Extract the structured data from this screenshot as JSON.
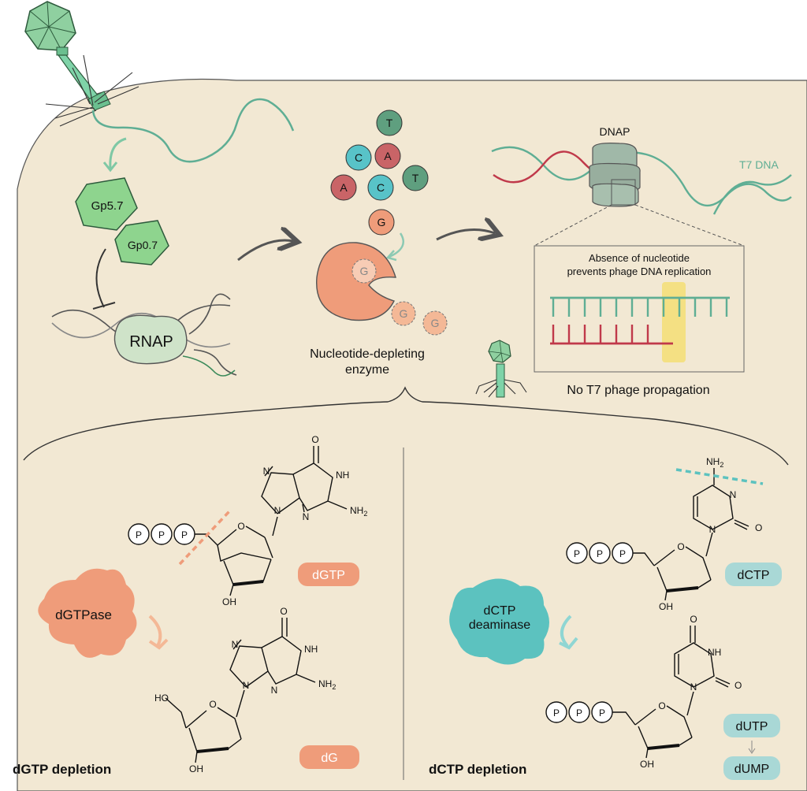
{
  "colors": {
    "cell_bg": "#f2e8d3",
    "dna_teal": "#5fae94",
    "dna_red": "#c0394a",
    "enzyme_orange": "#ef9c7a",
    "deaminase_teal": "#5cc2bf",
    "hex_green": "#8ed48e",
    "rnap_green": "#cfe3c9",
    "highlight_yellow": "#f4df7a",
    "dgtp_label_bg": "#ef9c7a",
    "dctp_label_bg": "#a9d8d6",
    "nuc_T": "#5f9f7f",
    "nuc_A": "#c96467",
    "nuc_C": "#58c3c8",
    "nuc_G": "#ef9c7a"
  },
  "top": {
    "gp57": "Gp5.7",
    "gp07": "Gp0.7",
    "rnap": "RNAP",
    "nucleotides": [
      {
        "letter": "T",
        "color_key": "nuc_T"
      },
      {
        "letter": "C",
        "color_key": "nuc_C"
      },
      {
        "letter": "A",
        "color_key": "nuc_A"
      },
      {
        "letter": "A",
        "color_key": "nuc_A"
      },
      {
        "letter": "C",
        "color_key": "nuc_C"
      },
      {
        "letter": "T",
        "color_key": "nuc_T"
      },
      {
        "letter": "G",
        "color_key": "nuc_G"
      }
    ],
    "bound_g": "G",
    "free_g": [
      "G",
      "G"
    ],
    "enzyme_label": [
      "Nucleotide-depleting",
      "enzyme"
    ],
    "dnap": "DNAP",
    "t7_dna": "T7 DNA",
    "absence_text": [
      "Absence of nucleotide",
      "prevents phage DNA replication"
    ],
    "no_propagation": "No T7 phage propagation"
  },
  "left_panel": {
    "title": "dGTP depletion",
    "enzyme": "dGTPase",
    "substrate_label": "dGTP",
    "product_label": "dG",
    "phosphate": "P",
    "atoms": {
      "O": "O",
      "N": "N",
      "NH": "NH",
      "NH2": "NH",
      "sub2": "2",
      "OH": "OH",
      "HO": "HO"
    }
  },
  "right_panel": {
    "title": "dCTP depletion",
    "enzyme": [
      "dCTP",
      "deaminase"
    ],
    "substrate_label": "dCTP",
    "product_label": "dUTP",
    "final_label": "dUMP",
    "phosphate": "P",
    "atoms": {
      "O": "O",
      "N": "N",
      "NH": "NH",
      "NH2": "NH",
      "sub2": "2",
      "OH": "OH"
    }
  }
}
